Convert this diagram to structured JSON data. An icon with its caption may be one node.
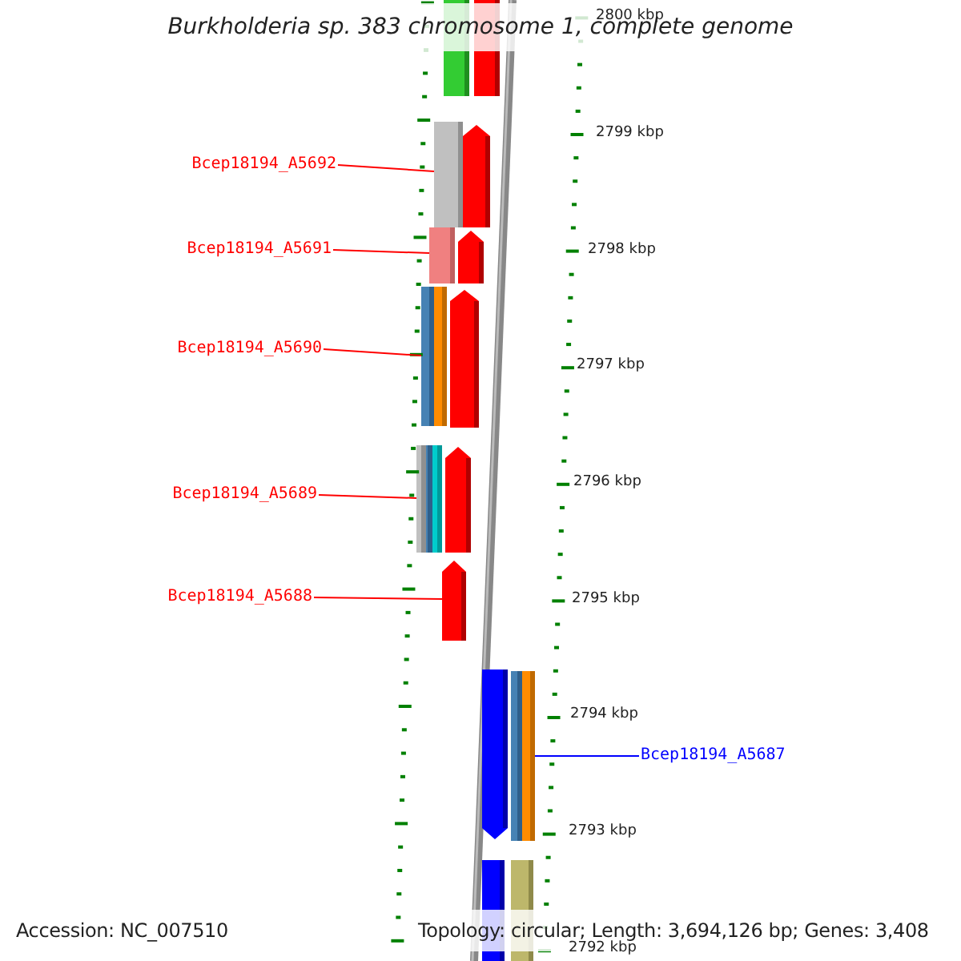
{
  "diagram": {
    "title": "Burkholderia sp. 383 chromosome 1, complete genome",
    "nodes": [
      {
        "text": [
          "Bcep18194_A5692"
        ]
      },
      {
        "text": [
          "Bcep18194_A5691"
        ]
      },
      {
        "text": [
          "Bcep18194_A5690"
        ]
      },
      {
        "text": [
          "Bcep18194_A5689"
        ]
      },
      {
        "text": [
          "Bcep18194_A5688"
        ]
      },
      {
        "text": [
          "Bcep18194_A5687"
        ]
      },
      {
        "text": [],
        "shape": "bar"
      },
      {
        "text": [],
        "shape": "bar"
      },
      {
        "text": [],
        "shape": "bar"
      },
      {
        "text": [],
        "shape": "bar"
      },
      {
        "text": [],
        "shape": "bar"
      },
      {
        "text": [],
        "shape": "bar"
      }
    ],
    "edges": [
      {
        "from": 0,
        "to": 6,
        "arrow": "none"
      },
      {
        "from": 1,
        "to": 7,
        "arrow": "none"
      },
      {
        "from": 2,
        "to": 8,
        "arrow": "none"
      },
      {
        "from": 3,
        "to": 9,
        "arrow": "none"
      },
      {
        "from": 4,
        "to": 10,
        "arrow": "none"
      },
      {
        "from": 5,
        "to": 11,
        "arrow": "none",
        "color": "#0000ff"
      }
    ],
    "labels": [
      "2800 kbp",
      "2799 kbp",
      "2798 kbp",
      "2797 kbp",
      "2796 kbp",
      "2795 kbp",
      "2794 kbp",
      "2793 kbp",
      "2792 kbp",
      "Accession: NC_007510",
      "Topology: circular; Length: 3,694,126 bp; Genes: 3,408"
    ]
  }
}
